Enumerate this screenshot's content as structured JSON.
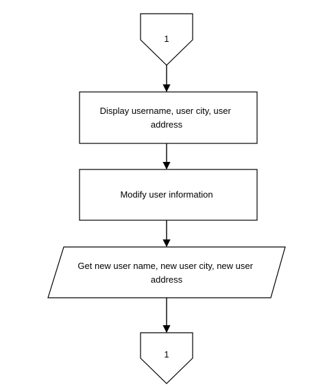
{
  "diagram": {
    "type": "flowchart",
    "nodes": [
      {
        "id": "connector-top",
        "shape": "offpage-connector",
        "text": [
          "1"
        ]
      },
      {
        "id": "display-box",
        "shape": "process",
        "text": [
          "Display username, user city, user",
          "address"
        ]
      },
      {
        "id": "modify-box",
        "shape": "process",
        "text": [
          "Modify user information"
        ]
      },
      {
        "id": "input-box",
        "shape": "input-output",
        "text": [
          "Get new user name, new user city, new user",
          "address"
        ]
      },
      {
        "id": "connector-bottom",
        "shape": "offpage-connector",
        "text": [
          "1"
        ]
      }
    ],
    "edges": [
      {
        "from": "connector-top",
        "to": "display-box"
      },
      {
        "from": "display-box",
        "to": "modify-box"
      },
      {
        "from": "modify-box",
        "to": "input-box"
      },
      {
        "from": "input-box",
        "to": "connector-bottom"
      }
    ]
  }
}
